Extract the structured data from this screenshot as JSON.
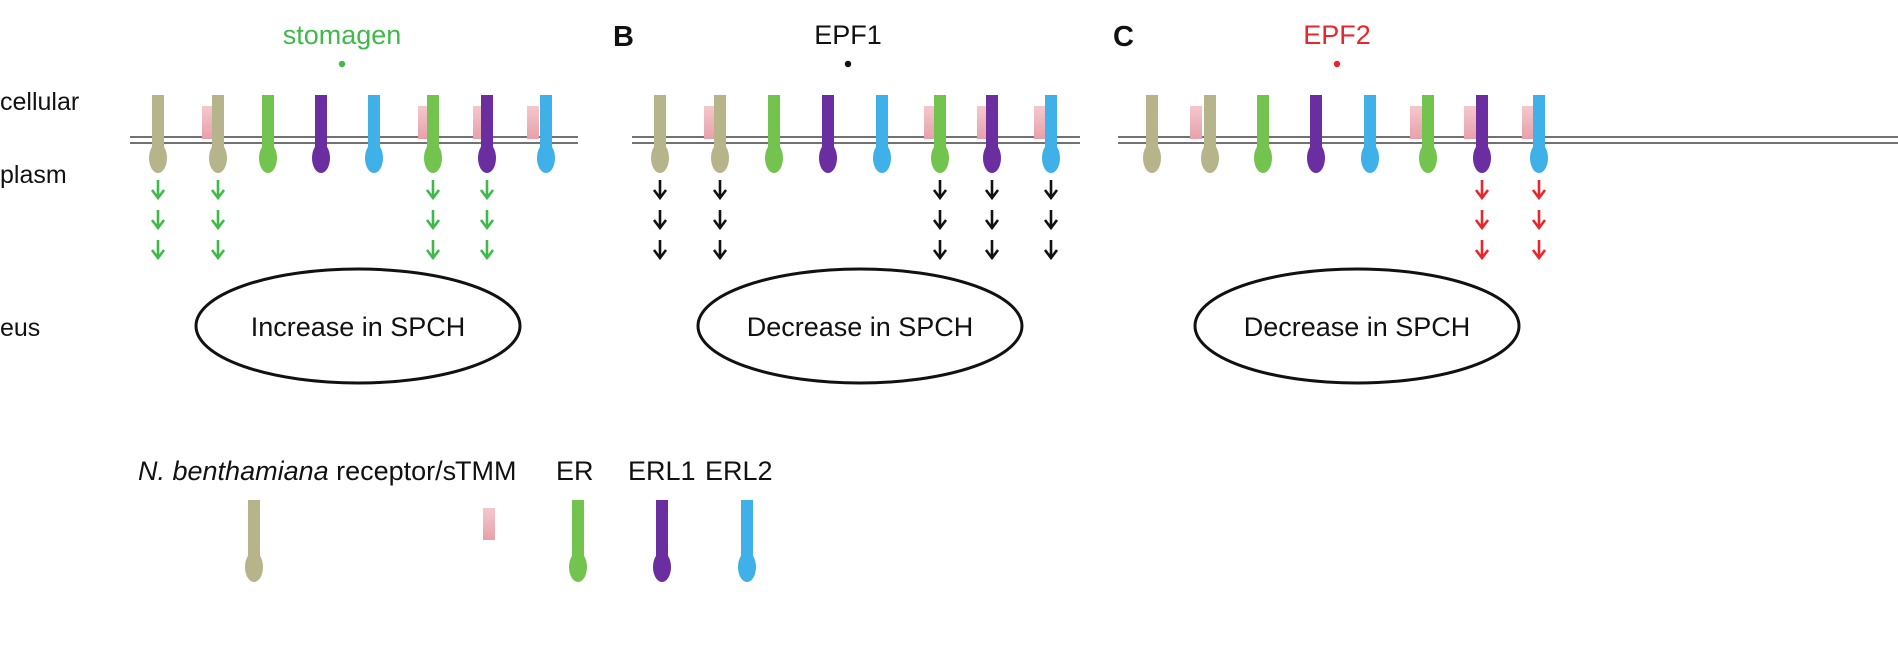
{
  "colors": {
    "ngr": "#b5b48a",
    "tmm": "#e8a0aa",
    "er": "#73c44f",
    "erl1": "#6a2ea0",
    "erl2": "#3fb0e8",
    "stomagen": "#3fba4a",
    "epf1": "#111111",
    "epf2": "#e8262b",
    "membrane": "#444444",
    "text": "#111111"
  },
  "compartments": {
    "extracellular": "cellular",
    "cytoplasm": "plasm",
    "nucleus": "eus"
  },
  "panels": [
    {
      "letter": "",
      "peptide": "stomagen",
      "peptide_color": "stomagen",
      "arrow_color": "stomagen",
      "receptors": [
        "ngr",
        "tmm",
        "ngr",
        "er",
        "erl1",
        "erl2",
        "tmm",
        "er",
        "tmm",
        "erl1",
        "tmm",
        "erl2"
      ],
      "signaling": [
        0,
        1,
        5,
        6
      ],
      "outcome": "Increase in SPCH"
    },
    {
      "letter": "B",
      "peptide": "EPF1",
      "peptide_color": "epf1",
      "arrow_color": "epf1",
      "receptors": [
        "ngr",
        "tmm",
        "ngr",
        "er",
        "erl1",
        "erl2",
        "tmm",
        "er",
        "tmm",
        "erl1",
        "tmm",
        "erl2"
      ],
      "signaling": [
        0,
        1,
        5,
        6,
        7
      ],
      "outcome": "Decrease in SPCH"
    },
    {
      "letter": "C",
      "peptide": "EPF2",
      "peptide_color": "epf2",
      "arrow_color": "epf2",
      "receptors": [
        "ngr",
        "ngr",
        "tmm",
        "er",
        "erl1",
        "erl2",
        "tmm",
        "er",
        "tmm",
        "erl1",
        "tmm",
        "erl2"
      ],
      "signaling": [
        6,
        7
      ],
      "outcome": "Decrease in SPCH"
    }
  ],
  "legend": {
    "species": "N. benthamiana",
    "suffix": " receptor/s",
    "items": [
      {
        "key": "tmm",
        "label": "TMM"
      },
      {
        "key": "er",
        "label": "ER"
      },
      {
        "key": "erl1",
        "label": "ERL1"
      },
      {
        "key": "erl2",
        "label": "ERL2"
      }
    ]
  }
}
